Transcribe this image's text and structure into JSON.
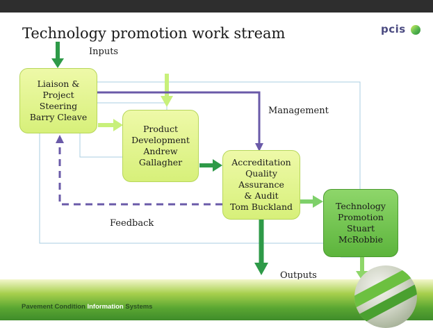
{
  "title": "Technology promotion work stream",
  "logo": {
    "text": "pcis",
    "icon": "pcis-logo-icon"
  },
  "labels": {
    "inputs": "Inputs",
    "management": "Management",
    "feedback": "Feedback",
    "outputs": "Outputs"
  },
  "boxes": {
    "liaison": "Liaison &\nProject\nSteering\nBarry Cleave",
    "product": "Product\nDevelopment\nAndrew\nGallagher",
    "accreditation": "Accreditation\nQuality\nAssurance\n& Audit\nTom Buckland",
    "technology": "Technology\nPromotion\nStuart\nMcRobbie"
  },
  "footer": {
    "part1": "Pavement Condition ",
    "part2": "Information",
    "part3": " Systems"
  },
  "colors": {
    "lime_box": "#d7f07a",
    "green_box": "#5cb43c",
    "green_arrow": "#2e9a48",
    "light_arrow": "#c8f07a",
    "management_line": "#6a5aa8",
    "feedback_line": "#6a5aa8",
    "thin_line": "#a8cce0"
  }
}
